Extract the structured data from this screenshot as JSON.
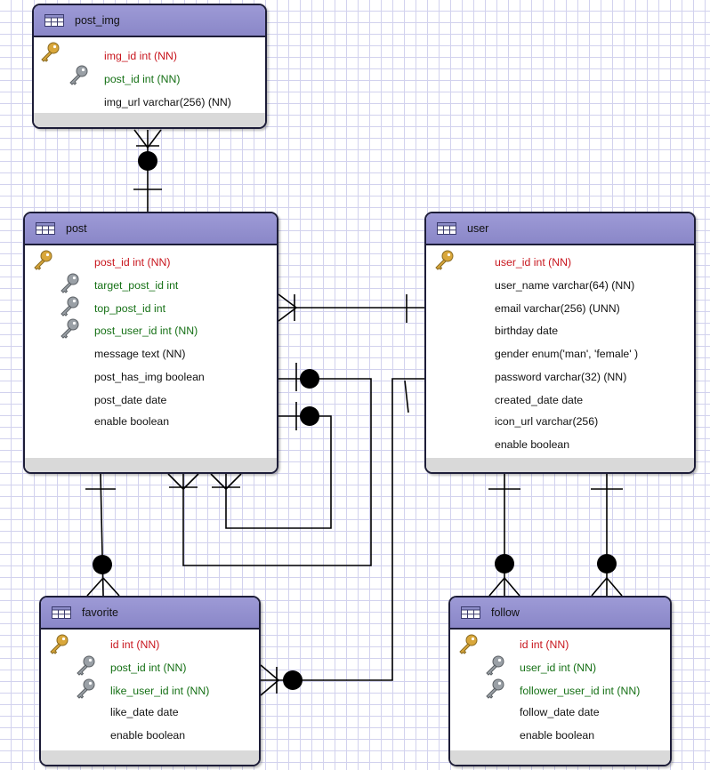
{
  "colors": {
    "grid": "#d2d2ee",
    "header": "#9d9ad6",
    "border": "#1d1d38",
    "primary_key_text": "#c8161e",
    "foreign_key_text": "#157015",
    "footer": "#d9d9d9"
  },
  "tables": {
    "post_img": {
      "name": "post_img",
      "columns": [
        {
          "label": "img_id int (NN)",
          "kind": "pk",
          "icon": "gold-key-icon"
        },
        {
          "label": "post_id int (NN)",
          "kind": "fk",
          "icon": "gray-key-icon"
        },
        {
          "label": "img_url varchar(256) (NN)",
          "kind": "plain"
        }
      ]
    },
    "post": {
      "name": "post",
      "columns": [
        {
          "label": "post_id int (NN)",
          "kind": "pk",
          "icon": "gold-key-icon"
        },
        {
          "label": "target_post_id int",
          "kind": "fk",
          "icon": "gray-key-icon"
        },
        {
          "label": "top_post_id int",
          "kind": "fk",
          "icon": "gray-key-icon"
        },
        {
          "label": "post_user_id int (NN)",
          "kind": "fk",
          "icon": "gray-key-icon"
        },
        {
          "label": "message text (NN)",
          "kind": "plain"
        },
        {
          "label": "post_has_img boolean",
          "kind": "plain"
        },
        {
          "label": "post_date date",
          "kind": "plain"
        },
        {
          "label": "enable boolean",
          "kind": "plain"
        }
      ]
    },
    "user": {
      "name": "user",
      "columns": [
        {
          "label": "user_id int (NN)",
          "kind": "pk",
          "icon": "gold-key-icon"
        },
        {
          "label": "user_name varchar(64) (NN)",
          "kind": "plain"
        },
        {
          "label": "email varchar(256) (UNN)",
          "kind": "plain"
        },
        {
          "label": "birthday date",
          "kind": "plain"
        },
        {
          "label": "gender enum('man', 'female' )",
          "kind": "plain"
        },
        {
          "label": "password varchar(32) (NN)",
          "kind": "plain"
        },
        {
          "label": "created_date date",
          "kind": "plain"
        },
        {
          "label": "icon_url varchar(256)",
          "kind": "plain"
        },
        {
          "label": "enable boolean",
          "kind": "plain"
        }
      ]
    },
    "favorite": {
      "name": "favorite",
      "columns": [
        {
          "label": "id int (NN)",
          "kind": "pk",
          "icon": "gold-key-icon"
        },
        {
          "label": "post_id int (NN)",
          "kind": "fk",
          "icon": "gray-key-icon"
        },
        {
          "label": "like_user_id int (NN)",
          "kind": "fk",
          "icon": "gray-key-icon"
        },
        {
          "label": "like_date date",
          "kind": "plain"
        },
        {
          "label": "enable boolean",
          "kind": "plain"
        }
      ]
    },
    "follow": {
      "name": "follow",
      "columns": [
        {
          "label": "id int (NN)",
          "kind": "pk",
          "icon": "gold-key-icon"
        },
        {
          "label": "user_id int (NN)",
          "kind": "fk",
          "icon": "gray-key-icon"
        },
        {
          "label": "follower_user_id int (NN)",
          "kind": "fk",
          "icon": "gray-key-icon"
        },
        {
          "label": "follow_date date",
          "kind": "plain"
        },
        {
          "label": "enable boolean",
          "kind": "plain"
        }
      ]
    }
  }
}
